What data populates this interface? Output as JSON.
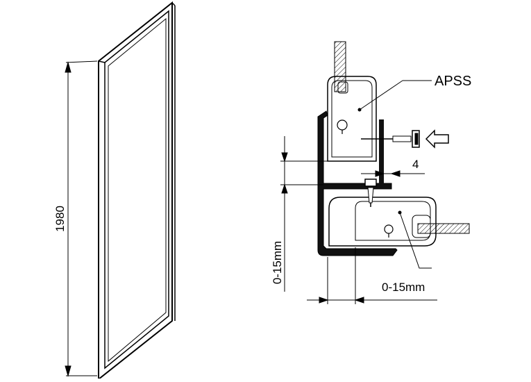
{
  "drawing": {
    "panel_height_label": "1980",
    "profile_label": "APSS",
    "screw_offset_label": "4",
    "horizontal_adjust_label": "0-15mm",
    "vertical_adjust_label": "0-15mm"
  }
}
